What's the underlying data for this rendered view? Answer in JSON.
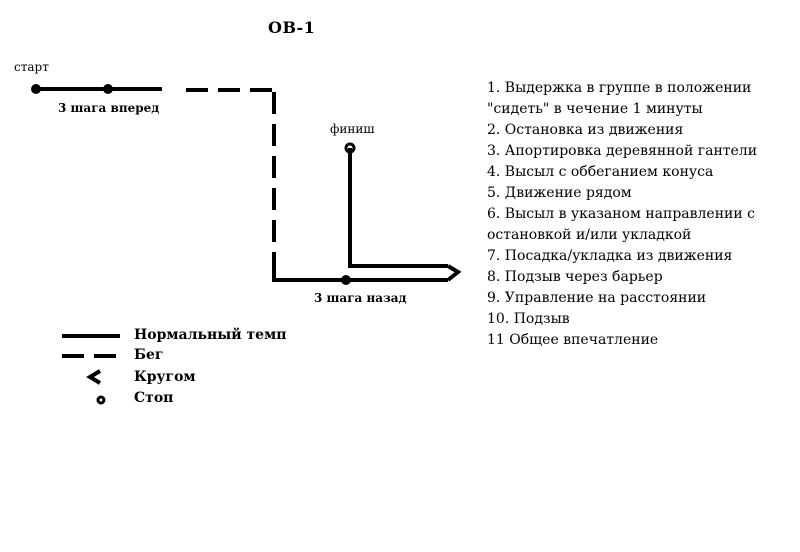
{
  "title": "ОВ-1",
  "labels": {
    "start": "старт",
    "finish": "финиш",
    "steps_forward": "3 шага вперед",
    "steps_back": "3 шага назад"
  },
  "legend": {
    "normal": "Нормальный темп",
    "run": "Бег",
    "turn": "Кругом",
    "stop": "Стоп"
  },
  "exercises": [
    "1. Выдержка в группе в положении \"сидеть\" в чечение 1 минуты",
    "2. Остановка из движения",
    "3. Апортировка деревянной гантели",
    "4. Высыл с оббеганием конуса",
    "5. Движение рядом",
    "6. Высыл в указаном направлении с остановкой и/или укладкой",
    "7. Посадка/укладка из движения",
    "8. Подзыв через барьер",
    "9. Управление на расстоянии",
    "10. Подзыв",
    "11 Общее впечатление"
  ],
  "colors": {
    "line": "#000000",
    "background": "#ffffff"
  }
}
